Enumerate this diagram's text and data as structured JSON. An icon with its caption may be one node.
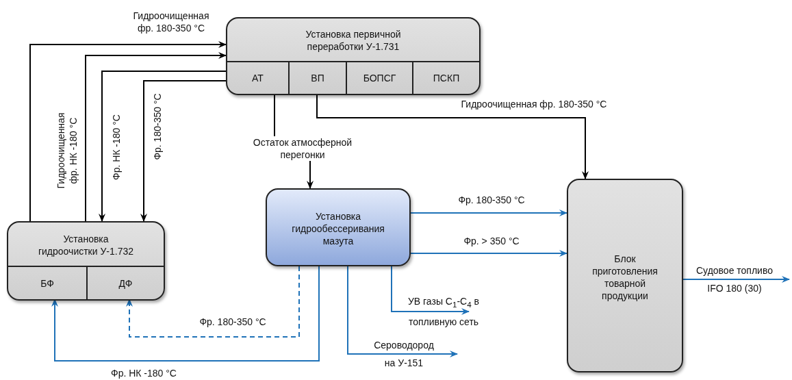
{
  "diagram": {
    "nodes": [
      {
        "text": [
          "Установка первичной переработки У-1.731"
        ]
      },
      {
        "text": [
          "АТ"
        ],
        "in": 0
      },
      {
        "text": [
          "ВП"
        ],
        "in": 0
      },
      {
        "text": [
          "БОПСГ"
        ],
        "in": 0
      },
      {
        "text": [
          "ПСКП"
        ],
        "in": 0
      },
      {
        "text": [
          "Установка гидроочистки У-1.732"
        ]
      },
      {
        "text": [
          "БФ"
        ],
        "in": 5
      },
      {
        "text": [
          "ДФ"
        ],
        "in": 5
      },
      {
        "text": [
          "Установка гидрообессеривания мазута"
        ]
      },
      {
        "text": [
          "Блок приготовления товарной продукции"
        ]
      }
    ],
    "edges": [
      {
        "from": 5,
        "to": 0,
        "arrow": "to",
        "label": "Гидроочищенная фр. 180-350 °C",
        "color": "#000000"
      },
      {
        "from": 5,
        "to": 0,
        "arrow": "to",
        "label": "Гидроочищенная фр. НК -180 °C",
        "color": "#000000"
      },
      {
        "from": 1,
        "to": 5,
        "arrow": "to",
        "label": "Фр. НК -180 °C",
        "color": "#000000"
      },
      {
        "from": 1,
        "to": 5,
        "arrow": "to",
        "label": "Фр. 180-350 °C",
        "color": "#000000"
      },
      {
        "from": 1,
        "to": 8,
        "arrow": "to",
        "label": "Остаток атмосферной перегонки",
        "color": "#000000"
      },
      {
        "from": 2,
        "to": 9,
        "arrow": "to",
        "label": "Гидроочищенная фр. 180-350 °C",
        "color": "#000000"
      },
      {
        "from": 8,
        "to": 9,
        "arrow": "to",
        "label": "Фр. 180-350 °C"
      },
      {
        "from": 8,
        "to": 9,
        "arrow": "to",
        "label": "Фр. > 350 °C"
      },
      {
        "from": 8,
        "to": 7,
        "arrow": "to",
        "label": "Фр. 180-350 °C",
        "style": "dashed"
      },
      {
        "from": 8,
        "to": 6,
        "arrow": "to",
        "label": "Фр. НК -180 °C"
      },
      {
        "from": 8,
        "to": null,
        "arrow": "to",
        "label": "УВ газы C$_{1}$-C$_{4}$ в топливную сеть"
      },
      {
        "from": 8,
        "to": null,
        "arrow": "to",
        "label": "Сероводород на У-151"
      },
      {
        "from": 9,
        "to": null,
        "arrow": "to",
        "label": "Судовое топливо IFO 180 (30)"
      }
    ]
  }
}
